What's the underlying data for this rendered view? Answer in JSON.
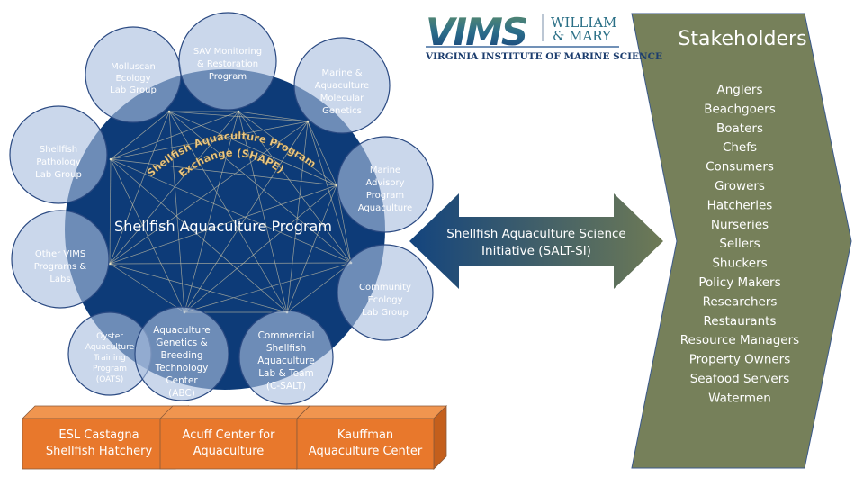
{
  "logo": {
    "mark": "VIMS",
    "partner_line1": "WILLIAM",
    "partner_line2": "& MARY",
    "subtitle": "VIRGINIA INSTITUTE OF MARINE SCIENCE"
  },
  "program": {
    "title": "Shellfish Aquaculture Program",
    "exchange_line1": "Shellfish Aquaculture Program",
    "exchange_line2": "Exchange (SHAPE)",
    "network_node_count": 9
  },
  "units": [
    {
      "id": "molluscan",
      "lines": [
        "Molluscan",
        "Ecology",
        "Lab Group"
      ]
    },
    {
      "id": "sav",
      "lines": [
        "SAV Monitoring",
        "& Restoration",
        "Program"
      ]
    },
    {
      "id": "molecular",
      "lines": [
        "Marine &",
        "Aquaculture",
        "Molecular",
        "Genetics"
      ]
    },
    {
      "id": "pathology",
      "lines": [
        "Shellfish",
        "Pathology",
        "Lab Group"
      ]
    },
    {
      "id": "advisory",
      "lines": [
        "Marine",
        "Advisory",
        "Program",
        "Aquaculture"
      ]
    },
    {
      "id": "other",
      "lines": [
        "Other VIMS",
        "Programs &",
        "Labs"
      ]
    },
    {
      "id": "community",
      "lines": [
        "Community",
        "Ecology",
        "Lab Group"
      ]
    },
    {
      "id": "oats",
      "lines": [
        "Oyster",
        "Aquaculture",
        "Training",
        "Program",
        "(OATS)"
      ]
    },
    {
      "id": "abc",
      "lines": [
        "Aquaculture",
        "Genetics &",
        "Breeding",
        "Technology",
        "Center",
        "(ABC)"
      ]
    },
    {
      "id": "csalt",
      "lines": [
        "Commercial",
        "Shellfish",
        "Aquaculture",
        "Lab & Team",
        "(C-SALT)"
      ]
    }
  ],
  "facilities": [
    {
      "lines": [
        "ESL Castagna",
        "Shellfish Hatchery"
      ]
    },
    {
      "lines": [
        "Acuff Center for",
        "Aquaculture"
      ]
    },
    {
      "lines": [
        "Kauffman",
        "Aquaculture Center"
      ]
    }
  ],
  "initiative": {
    "line1": "Shellfish Aquaculture Science",
    "line2": "Initiative (SALT-SI)"
  },
  "stakeholders": {
    "title": "Stakeholders",
    "items": [
      "Anglers",
      "Beachgoers",
      "Boaters",
      "Chefs",
      "Consumers",
      "Growers",
      "Hatcheries",
      "Nurseries",
      "Sellers",
      "Shuckers",
      "Policy Makers",
      "Researchers",
      "Restaurants",
      "Resource Managers",
      "Property Owners",
      "Seafood Servers",
      "Watermen"
    ]
  },
  "colors": {
    "program_fill": "#0d3b78",
    "unit_fill": "#a9bfdf",
    "unit_stroke": "#2b4a82",
    "network_line": "#c7c2a6",
    "facility_fill": "#e8782c",
    "facility_top": "#f0954f",
    "facility_side": "#c45f1c",
    "stakeholder_fill": "#76805a",
    "arrow_left": "#13447e",
    "arrow_right": "#6e7a55",
    "logo_blue": "#1c4f8c",
    "logo_green": "#4a7a5a"
  }
}
